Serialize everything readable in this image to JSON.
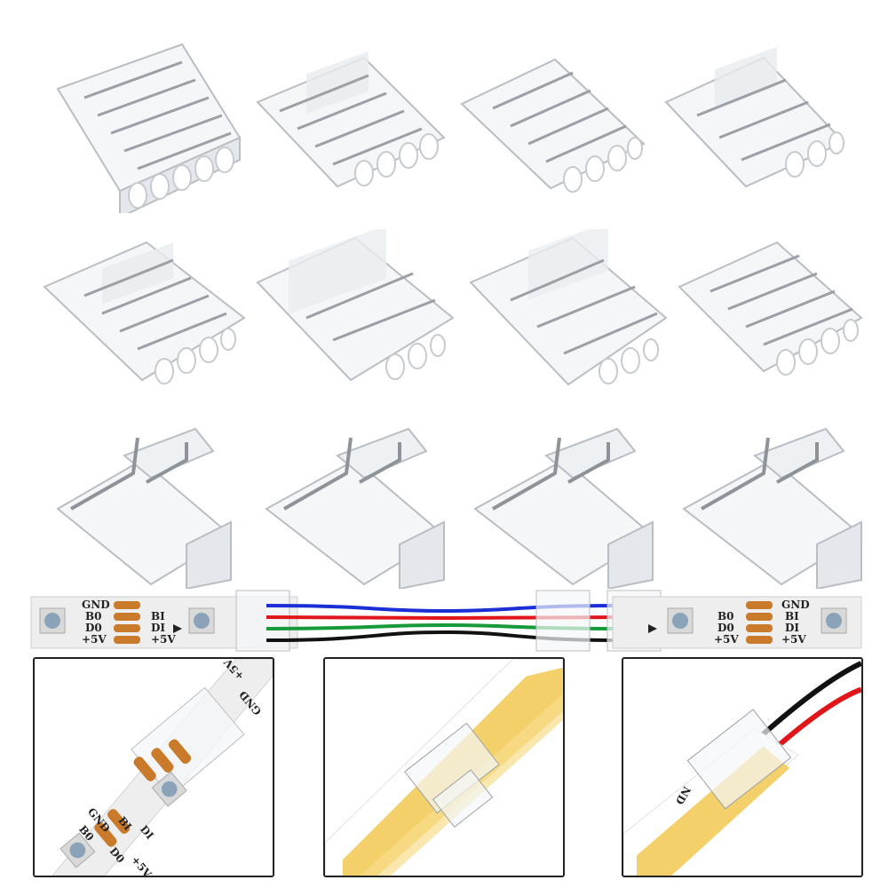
{
  "connector_grid": {
    "row_1": [
      "connector-5pin-a",
      "connector-4pin-a",
      "connector-4pin-b",
      "connector-3pin-a"
    ],
    "row_2": [
      "connector-4pin-c",
      "connector-3pin-b",
      "connector-3pin-c",
      "connector-4pin-d"
    ],
    "row_3": [
      "l-connector-a",
      "l-connector-b",
      "l-connector-c",
      "l-connector-d"
    ]
  },
  "strip_demo": {
    "left_labels": [
      "GND",
      "B0",
      "D0",
      "+5V"
    ],
    "left_labels_2": [
      "BI",
      "DI",
      "+5V"
    ],
    "right_labels": [
      "B0",
      "D0",
      "+5V"
    ],
    "right_labels_2": [
      "GND",
      "BI",
      "DI",
      "+5V"
    ],
    "wire_colors": [
      "#1a2fd6",
      "#e0161a",
      "#179a3a",
      "#111111"
    ],
    "pad_color": "#c97a2a",
    "strip_color": "#eeeeee"
  },
  "panels": {
    "panel_1": {
      "labels": [
        "GND",
        "B0",
        "D0",
        "+5V",
        "BI",
        "DI",
        "+5V",
        "GND"
      ]
    },
    "panel_2": {
      "strip_color": "#f4d06a",
      "strip_edge": "#ffffff"
    },
    "panel_3": {
      "strip_color": "#f4d06a",
      "wire_colors": [
        "#111111",
        "#e0161a"
      ],
      "label": "ND"
    }
  }
}
